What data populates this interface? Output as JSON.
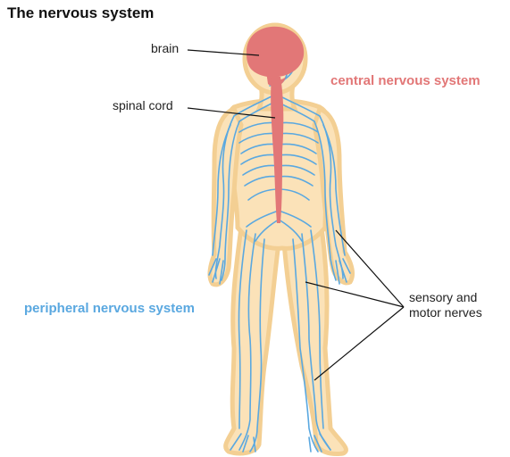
{
  "title": "The nervous system",
  "labels": {
    "brain": "brain",
    "spinal_cord": "spinal cord",
    "sensory_motor_nerves": "sensory and motor nerves",
    "central_nervous_system": "central nervous system",
    "peripheral_nervous_system": "peripheral nervous system"
  },
  "colors": {
    "central": "#e27777",
    "peripheral": "#5aa8e0",
    "body_fill": "#fbe2b8",
    "body_outline": "#f3cf93",
    "leader_line": "#111111"
  }
}
